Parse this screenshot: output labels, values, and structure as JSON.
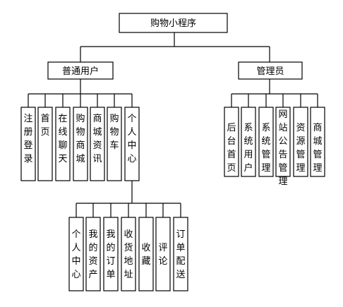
{
  "root": {
    "label": "购物小程序"
  },
  "groups": [
    {
      "id": "user",
      "label": "普通用户",
      "children": [
        {
          "id": "u1",
          "label": "注册登录"
        },
        {
          "id": "u2",
          "label": "首页"
        },
        {
          "id": "u3",
          "label": "在线聊天"
        },
        {
          "id": "u4",
          "label": "购物商城"
        },
        {
          "id": "u5",
          "label": "商城资讯"
        },
        {
          "id": "u6",
          "label": "购物车"
        },
        {
          "id": "u7",
          "label": "个人中心",
          "children": [
            {
              "id": "p1",
              "label": "个人中心"
            },
            {
              "id": "p2",
              "label": "我的资产"
            },
            {
              "id": "p3",
              "label": "我的订单"
            },
            {
              "id": "p4",
              "label": "收货地址"
            },
            {
              "id": "p5",
              "label": "收藏"
            },
            {
              "id": "p6",
              "label": "评论"
            },
            {
              "id": "p7",
              "label": "订单配送"
            }
          ]
        }
      ]
    },
    {
      "id": "admin",
      "label": "管理员",
      "children": [
        {
          "id": "a1",
          "label": "后台首页"
        },
        {
          "id": "a2",
          "label": "系统用户"
        },
        {
          "id": "a3",
          "label": "系统管理"
        },
        {
          "id": "a4",
          "label": "网站公告管理"
        },
        {
          "id": "a5",
          "label": "资源管理"
        },
        {
          "id": "a6",
          "label": "商城管理"
        }
      ]
    }
  ]
}
